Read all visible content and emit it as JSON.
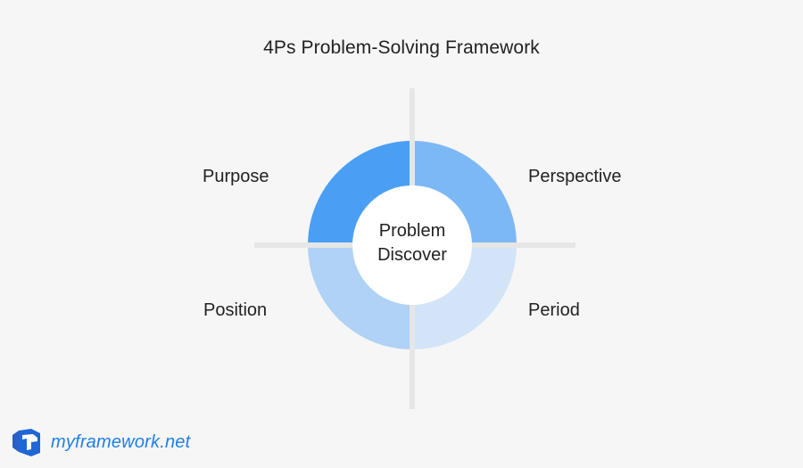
{
  "title": "4Ps Problem-Solving Framework",
  "center": {
    "line1": "Problem",
    "line2": "Discover"
  },
  "quadrants": [
    {
      "label": "Purpose",
      "position": "top-left",
      "color": "#4a9ff5"
    },
    {
      "label": "Perspective",
      "position": "top-right",
      "color": "#7db8f6"
    },
    {
      "label": "Position",
      "position": "bottom-left",
      "color": "#afd2f6"
    },
    {
      "label": "Period",
      "position": "bottom-right",
      "color": "#d3e4f8"
    }
  ],
  "colors": {
    "background": "#f6f6f6",
    "axis_lines": "#e6e6e6",
    "center_fill": "#ffffff",
    "text": "#222222",
    "brand": "#1f7fe8",
    "brand_icon": "#1f5fc8"
  },
  "brand": {
    "icon": "myframework-logo-icon",
    "text": "myframework.net"
  }
}
